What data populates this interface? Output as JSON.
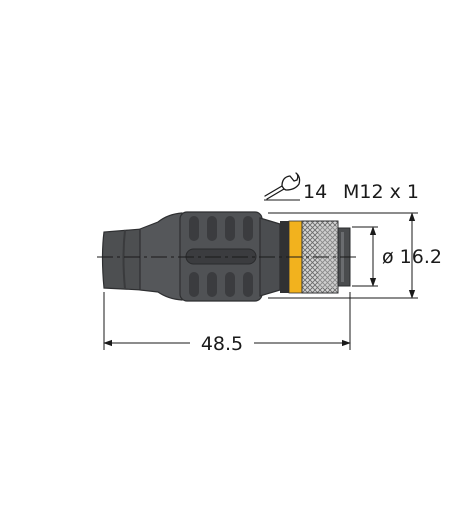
{
  "dimensions": {
    "wrench_size": "14",
    "thread": "M12 x 1",
    "diameter": "ø 16.2",
    "length": "48.5"
  },
  "icons": {
    "wrench": "wrench-icon"
  },
  "colors": {
    "body": "#4d4f51",
    "body_dark": "#2e2f31",
    "body_light": "#6a6c6f",
    "nut_band": "#f2b21e",
    "coupling_light": "#e2e2e2",
    "coupling_mid": "#bcbcbc",
    "line": "#1a1a1a"
  }
}
